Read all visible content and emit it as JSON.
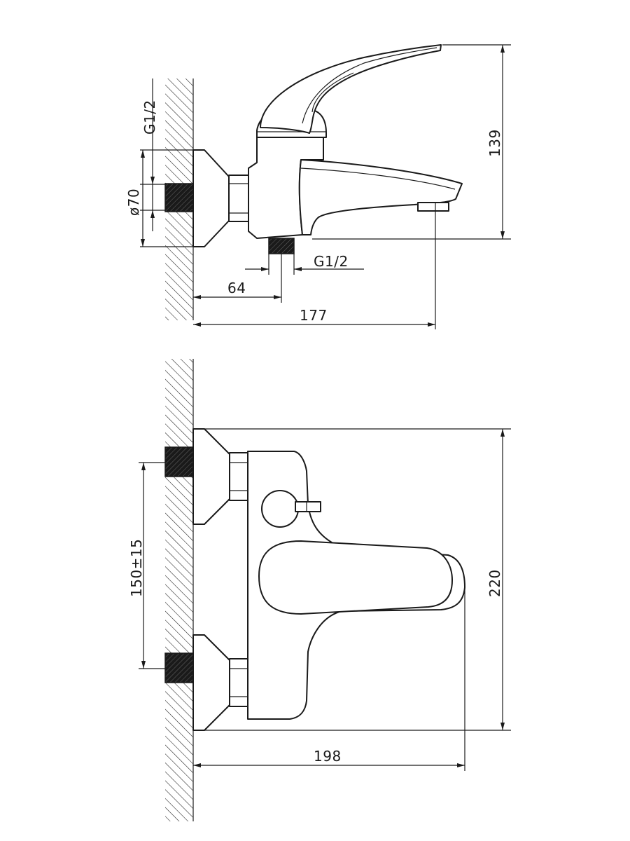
{
  "side_view": {
    "thread_label_vertical": "G1/2",
    "diameter_label": "ø70",
    "height_label": "139",
    "thread_label_bottom": "G1/2",
    "offset_label": "64",
    "length_label": "177"
  },
  "top_view": {
    "spacing_label": "150±15",
    "width_label": "220",
    "length_label": "198"
  }
}
